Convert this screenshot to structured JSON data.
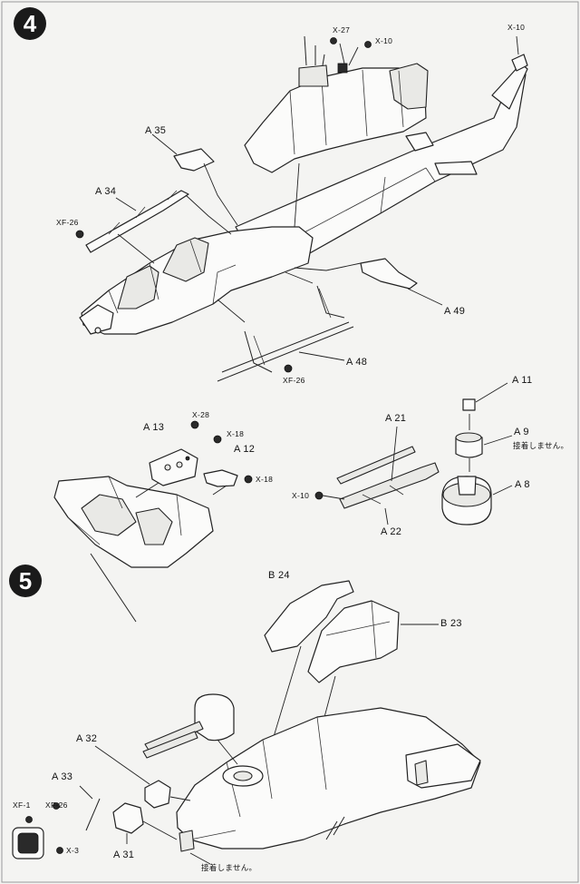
{
  "steps": [
    "4",
    "5"
  ],
  "step4": {
    "labels": {
      "x27": "X-27",
      "x10a": "X-10",
      "x10b": "X-10",
      "a35": "A 35",
      "a34": "A 34",
      "xf26a": "XF-26",
      "a49": "A 49",
      "a48": "A 48",
      "xf26b": "XF-26"
    },
    "sub": {
      "a13": "A 13",
      "x28": "X-28",
      "x18a": "X-18",
      "a12": "A 12",
      "x18b": "X-18",
      "a21": "A 21",
      "a22": "A 22",
      "x10c": "X-10",
      "a11": "A 11",
      "a9": "A 9",
      "a9note": "接着しません。",
      "a8": "A 8"
    }
  },
  "step5": {
    "labels": {
      "b24": "B 24",
      "b23": "B 23",
      "a32": "A 32",
      "a33": "A 33",
      "xf1": "XF-1",
      "xf26": "XF-26",
      "x3": "X-3",
      "a31": "A 31",
      "note": "接着しません。"
    }
  },
  "colors": {
    "ink": "#111111",
    "paper": "#f4f4f2"
  }
}
